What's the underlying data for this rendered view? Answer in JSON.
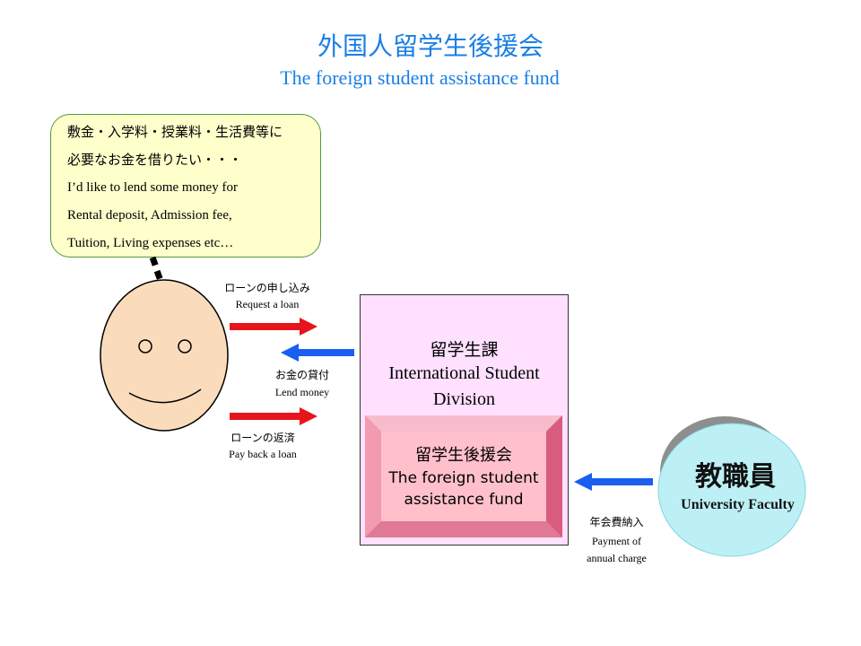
{
  "title": {
    "jp": "外国人留学生後援会",
    "en": "The foreign student assistance fund"
  },
  "speech_bubble": {
    "lines": [
      "敷金・入学料・授業料・生活費等に",
      "必要なお金を借りたい・・・",
      "I’d like to lend some money for",
      "Rental deposit, Admission fee,",
      "Tuition, Living expenses etc…"
    ]
  },
  "arrows": {
    "request": {
      "jp": "ローンの申し込み",
      "en": "Request a loan",
      "color": "#e8141c"
    },
    "lend": {
      "jp": "お金の貸付",
      "en": "Lend money",
      "color": "#1a5ff0"
    },
    "payback": {
      "jp": "ローンの返済",
      "en": "Pay back a loan",
      "color": "#e8141c"
    },
    "payment": {
      "jp": "年会費納入",
      "en_line1": "Payment of",
      "en_line2": "annual charge",
      "color": "#1a5ff0"
    }
  },
  "division": {
    "jp": "留学生課",
    "en_line1": "International Student",
    "en_line2": "Division"
  },
  "fund": {
    "jp": "留学生後援会",
    "en_line1": "The foreign student",
    "en_line2": "assistance fund"
  },
  "faculty": {
    "jp": "教職員",
    "en": "University Faculty"
  },
  "colors": {
    "title": "#1a7fe6",
    "bubble_fill": "#ffffcc",
    "bubble_border": "#4f9a3c",
    "face_fill": "#fadcbc",
    "division_fill": "#ffe0ff",
    "fund_fill": "#ffc0cb",
    "faculty_fill": "#bdf0f5"
  },
  "icons": {
    "face": "smiley-face-icon"
  }
}
